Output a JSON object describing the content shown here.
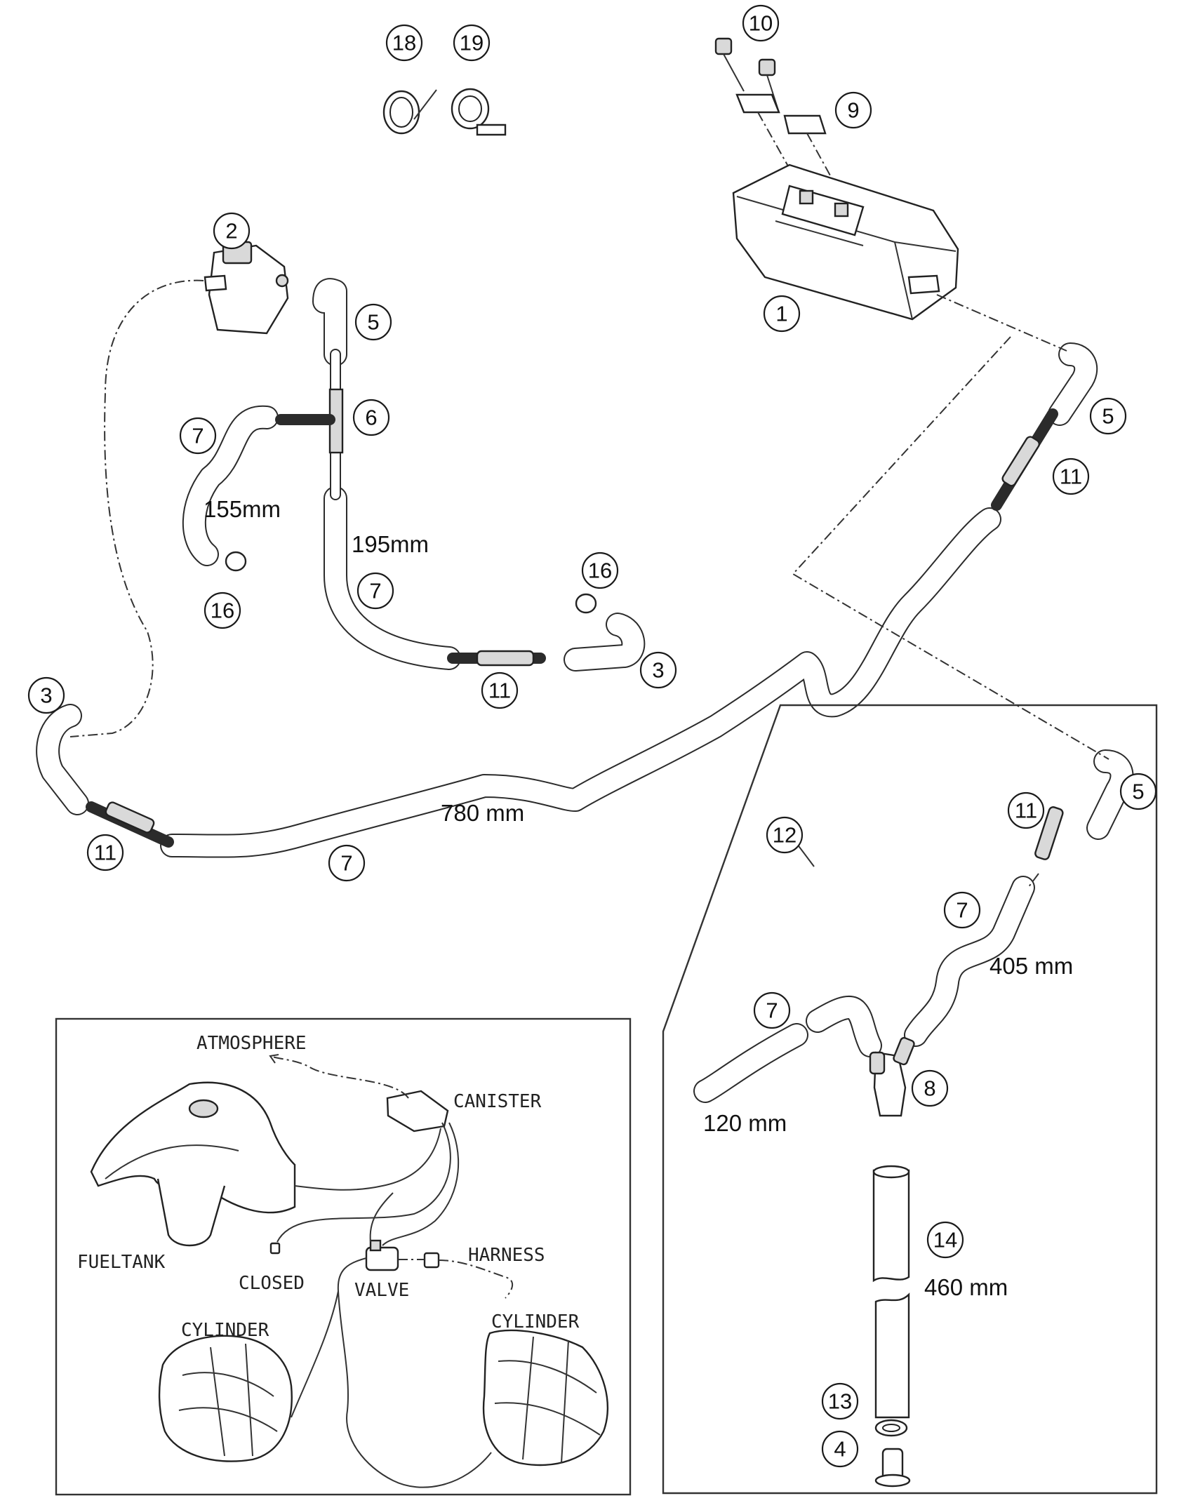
{
  "callouts": {
    "c1": "1",
    "c2": "2",
    "c3a": "3",
    "c3b": "3",
    "c4": "4",
    "c5a": "5",
    "c5b": "5",
    "c5c": "5",
    "c6": "6",
    "c7a": "7",
    "c7b": "7",
    "c7c": "7",
    "c7d": "7",
    "c7e": "7",
    "c8": "8",
    "c9": "9",
    "c10": "10",
    "c11a": "11",
    "c11b": "11",
    "c11c": "11",
    "c11d": "11",
    "c12": "12",
    "c13": "13",
    "c14": "14",
    "c16a": "16",
    "c16b": "16",
    "c18": "18",
    "c19": "19"
  },
  "dimensions": {
    "d155": "155mm",
    "d195": "195mm",
    "d780": "780 mm",
    "d405": "405 mm",
    "d120": "120 mm",
    "d460": "460 mm"
  },
  "schematic": {
    "atmosphere": "ATMOSPHERE",
    "canister": "CANISTER",
    "fueltank": "FUELTANK",
    "closed": "CLOSED",
    "valve": "VALVE",
    "harness": "HARNESS",
    "cylinder_left": "CYLINDER",
    "cylinder_right": "CYLINDER"
  }
}
